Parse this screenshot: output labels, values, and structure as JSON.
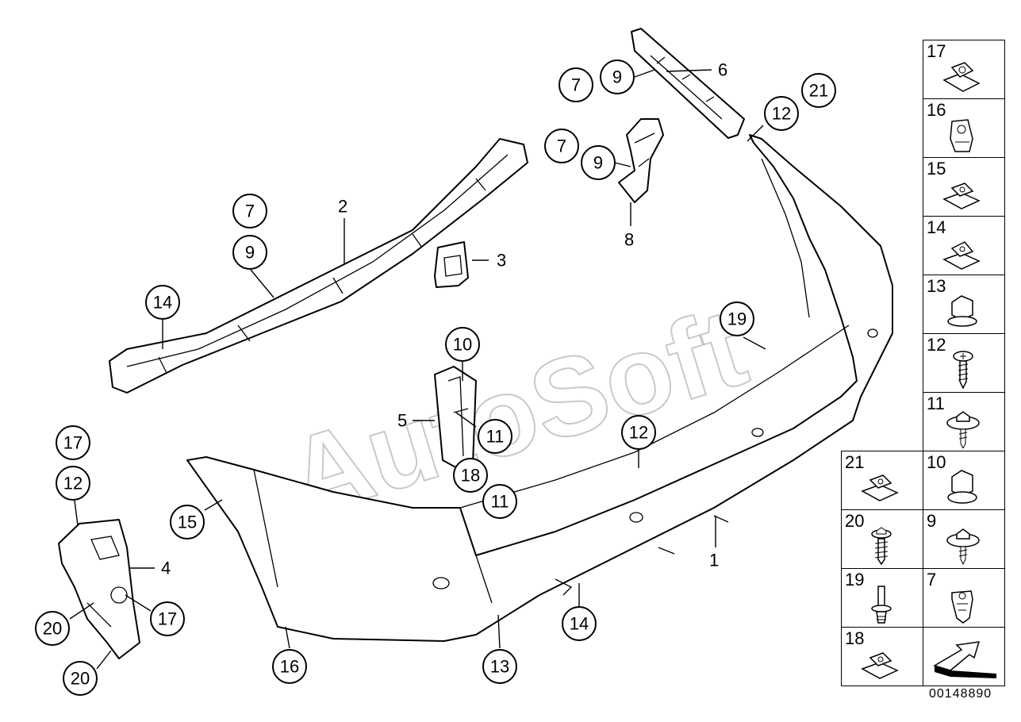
{
  "watermark": "AutoSoft",
  "figure_number": "00148890",
  "callouts": [
    {
      "id": "c7a",
      "label": "7"
    },
    {
      "id": "c9a",
      "label": "9"
    },
    {
      "id": "c6",
      "label": "6"
    },
    {
      "id": "c7b",
      "label": "7"
    },
    {
      "id": "c9b",
      "label": "9"
    },
    {
      "id": "c8",
      "label": "8"
    },
    {
      "id": "c12a",
      "label": "12"
    },
    {
      "id": "c21",
      "label": "21"
    },
    {
      "id": "c2",
      "label": "2"
    },
    {
      "id": "c7c",
      "label": "7"
    },
    {
      "id": "c9c",
      "label": "9"
    },
    {
      "id": "c3",
      "label": "3"
    },
    {
      "id": "c14a",
      "label": "14"
    },
    {
      "id": "c19",
      "label": "19"
    },
    {
      "id": "c10",
      "label": "10"
    },
    {
      "id": "c5",
      "label": "5"
    },
    {
      "id": "c11a",
      "label": "11"
    },
    {
      "id": "c18",
      "label": "18"
    },
    {
      "id": "c11b",
      "label": "11"
    },
    {
      "id": "c12b",
      "label": "12"
    },
    {
      "id": "c17a",
      "label": "17"
    },
    {
      "id": "c12c",
      "label": "12"
    },
    {
      "id": "c15",
      "label": "15"
    },
    {
      "id": "c4",
      "label": "4"
    },
    {
      "id": "c17b",
      "label": "17"
    },
    {
      "id": "c20a",
      "label": "20"
    },
    {
      "id": "c20b",
      "label": "20"
    },
    {
      "id": "c16",
      "label": "16"
    },
    {
      "id": "c13",
      "label": "13"
    },
    {
      "id": "c14b",
      "label": "14"
    },
    {
      "id": "c1",
      "label": "1"
    }
  ],
  "legend": [
    {
      "label": "17",
      "icon": "clip-nut-icon"
    },
    {
      "label": "16",
      "icon": "spring-clip-icon"
    },
    {
      "label": "15",
      "icon": "clip-nut-icon"
    },
    {
      "label": "14",
      "icon": "clip-nut-icon"
    },
    {
      "label": "13",
      "icon": "hex-cap-nut-icon"
    },
    {
      "label": "12",
      "icon": "screw-icon"
    },
    {
      "label": "11",
      "icon": "washer-screw-icon"
    },
    {
      "label": "21",
      "icon": "clip-nut-icon"
    },
    {
      "label": "10",
      "icon": "hex-cap-nut-icon"
    },
    {
      "label": "20",
      "icon": "collar-screw-icon"
    },
    {
      "label": "9",
      "icon": "washer-screw-icon"
    },
    {
      "label": "19",
      "icon": "expansion-rivet-icon"
    },
    {
      "label": "7",
      "icon": "expanding-nut-icon"
    },
    {
      "label": "18",
      "icon": "clip-nut-icon"
    },
    {
      "label": "",
      "icon": "arrow-icon"
    }
  ]
}
